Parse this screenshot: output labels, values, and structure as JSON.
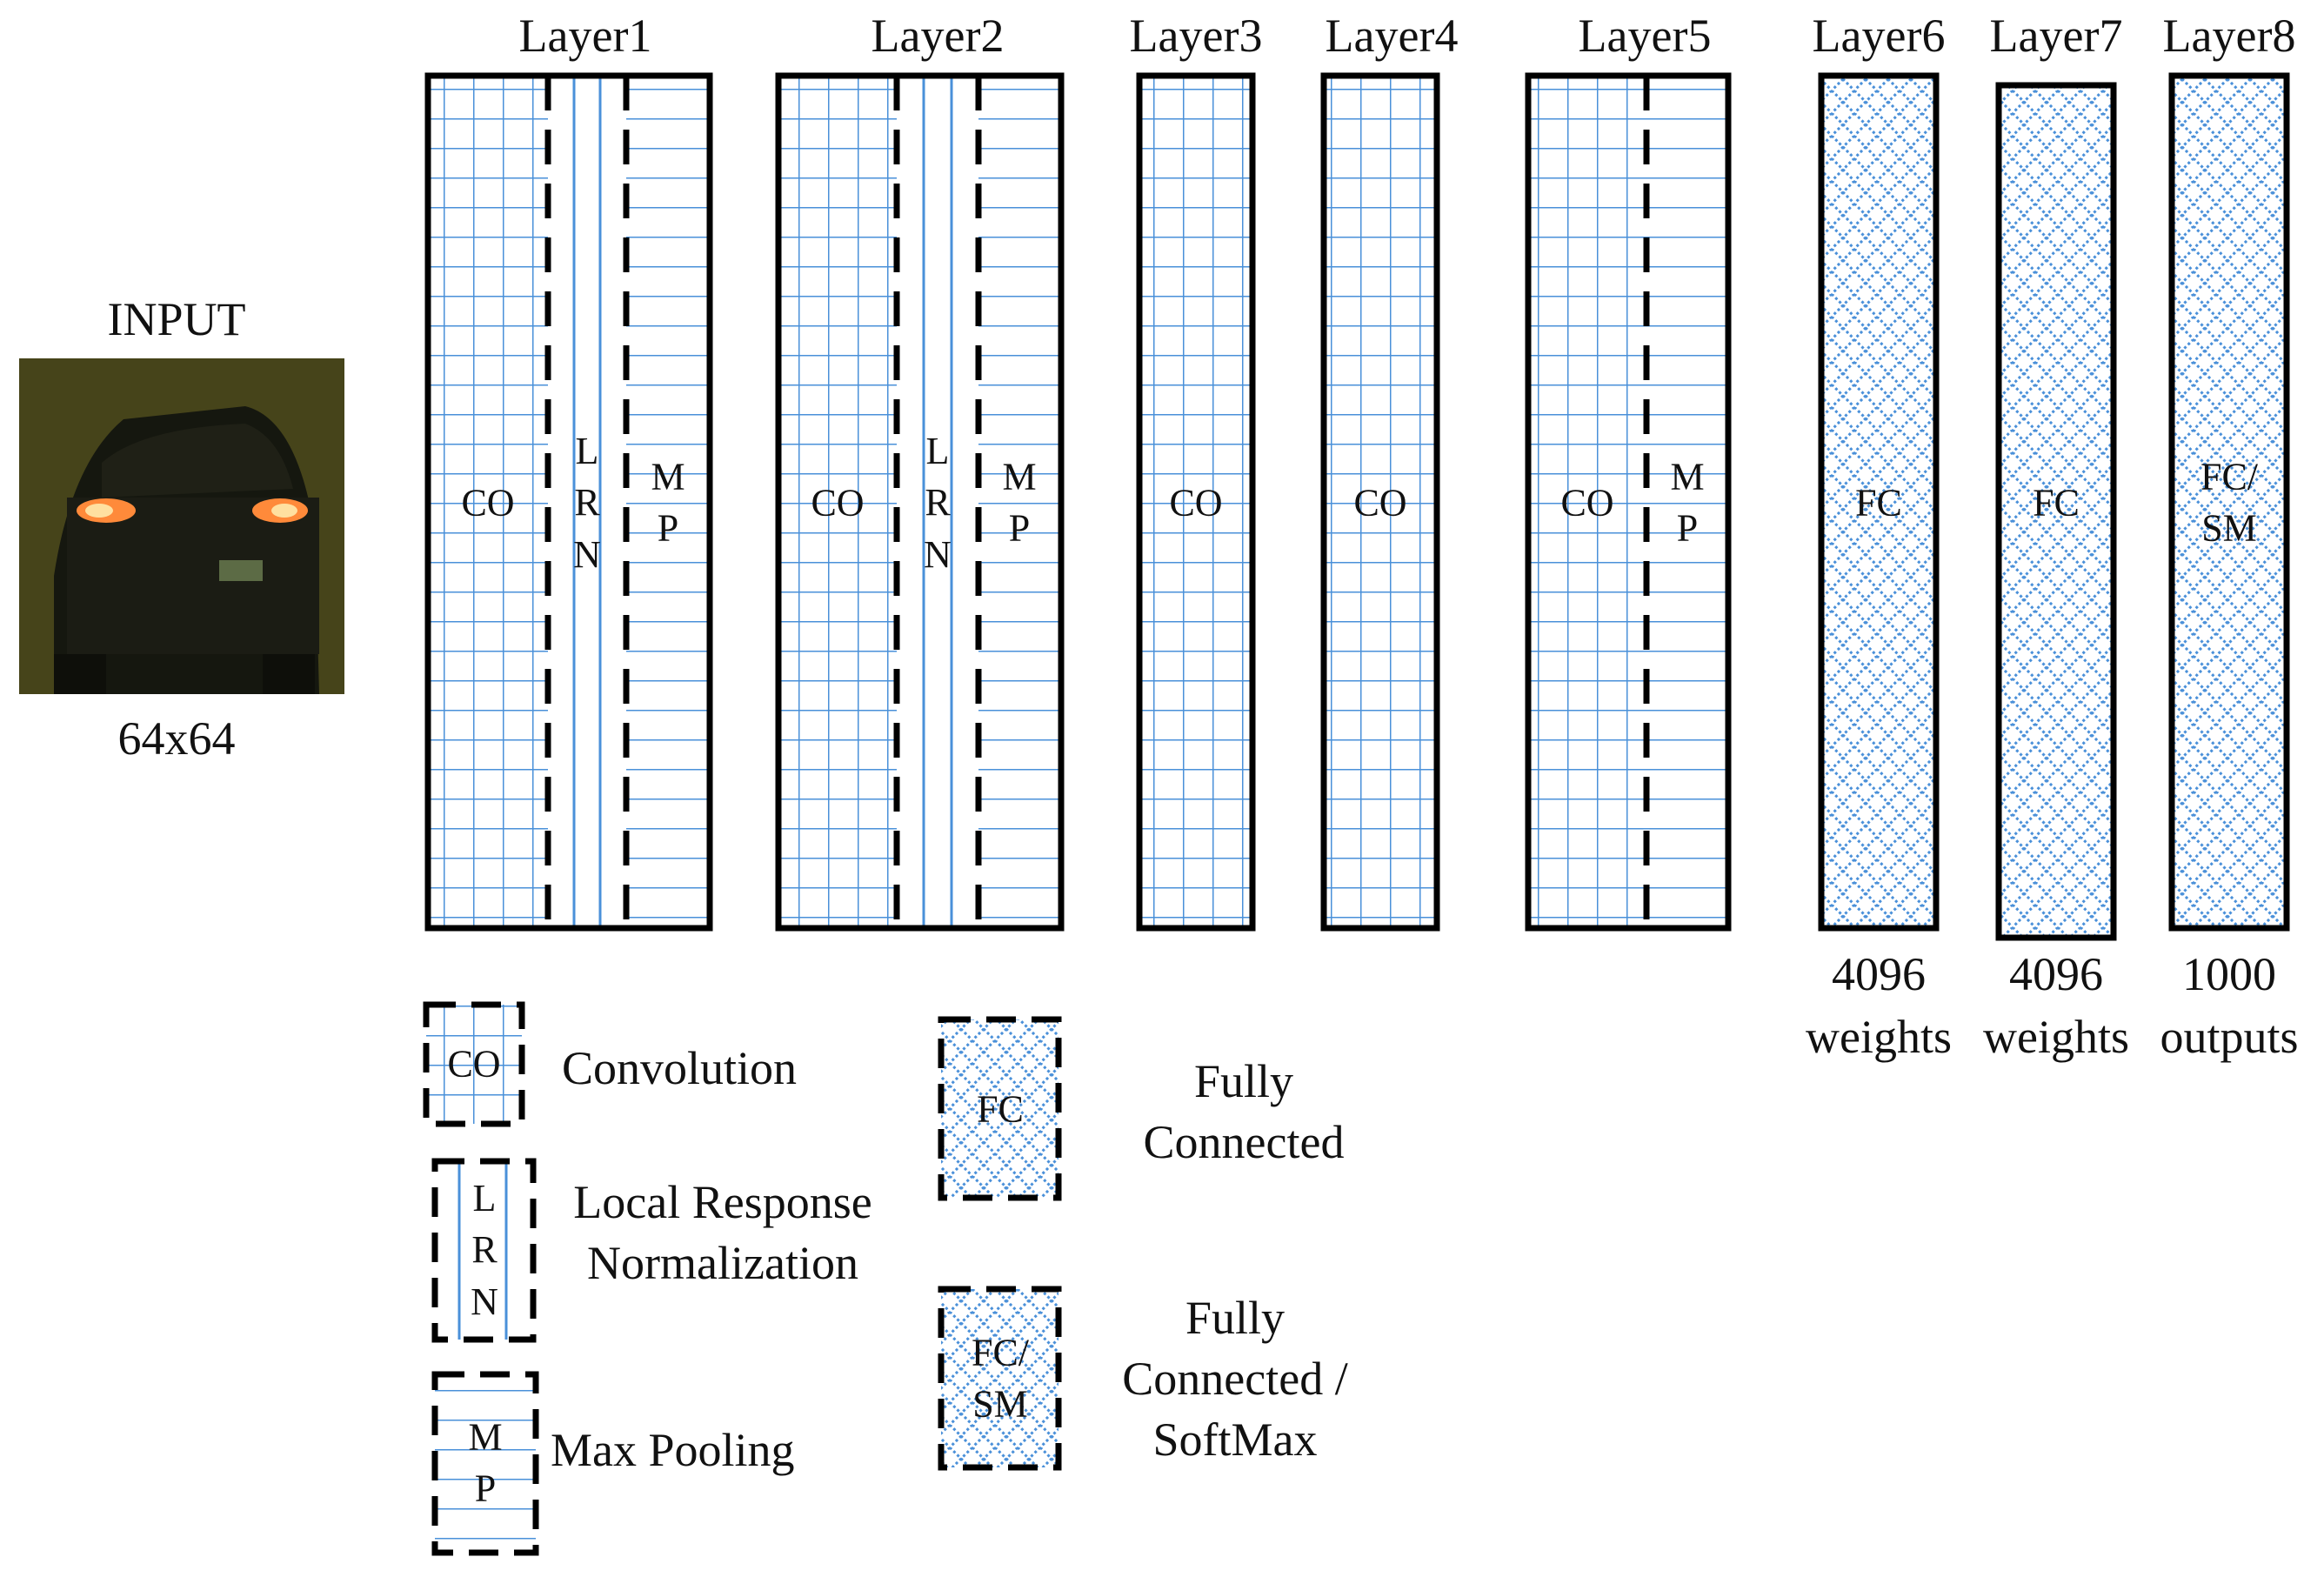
{
  "input": {
    "title": "INPUT",
    "size": "64x64"
  },
  "layers": [
    {
      "name": "Layer1",
      "parts": [
        "CO",
        "L\nR\nN",
        "M\nP"
      ]
    },
    {
      "name": "Layer2",
      "parts": [
        "CO",
        "L\nR\nN",
        "M\nP"
      ]
    },
    {
      "name": "Layer3",
      "parts": [
        "CO"
      ]
    },
    {
      "name": "Layer4",
      "parts": [
        "CO"
      ]
    },
    {
      "name": "Layer5",
      "parts": [
        "CO",
        "M\nP"
      ]
    },
    {
      "name": "Layer6",
      "parts": [
        "FC"
      ],
      "caption_top": "4096",
      "caption_bottom": "weights"
    },
    {
      "name": "Layer7",
      "parts": [
        "FC"
      ],
      "caption_top": "4096",
      "caption_bottom": "weights"
    },
    {
      "name": "Layer8",
      "parts": [
        "FC/\nSM"
      ],
      "caption_top": "1000",
      "caption_bottom": "outputs"
    }
  ],
  "legend": {
    "convolution": {
      "abbr": "CO",
      "label": "Convolution"
    },
    "lrn": {
      "abbr": "L\nR\nN",
      "label": "Local Response\nNormalization"
    },
    "max_pooling": {
      "abbr": "M\nP",
      "label": "Max Pooling"
    },
    "fully_connected": {
      "abbr": "FC",
      "label": "Fully\nConnected"
    },
    "fc_softmax": {
      "abbr": "FC/\nSM",
      "label": "Fully\nConnected /\nSoftMax"
    }
  },
  "colors": {
    "grid_line": "#4a90d9",
    "border": "#000000",
    "text": "#111111"
  }
}
